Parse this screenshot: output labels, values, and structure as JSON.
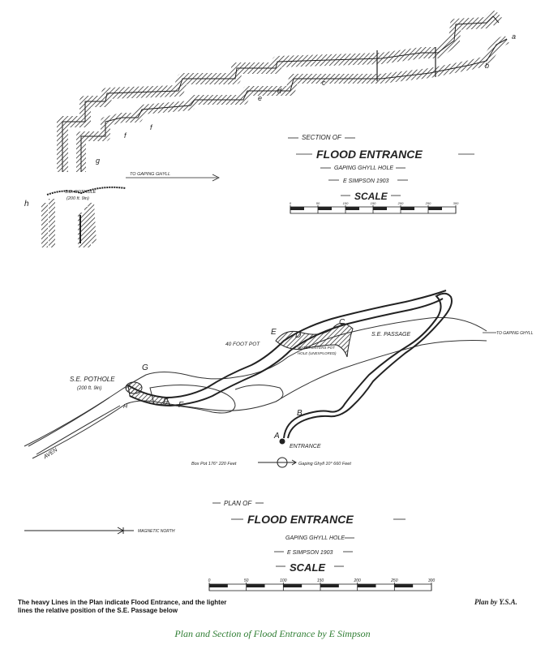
{
  "section": {
    "title_small": "SECTION OF",
    "title_main": "FLOOD ENTRANCE",
    "subtitle": "GAPING GHYLL HOLE",
    "author": "E SIMPSON 1903",
    "scale_label": "SCALE",
    "scale_ticks": [
      "0",
      "50",
      "100",
      "150",
      "200",
      "250",
      "300"
    ],
    "labels": {
      "a": "a",
      "b": "b",
      "c": "c",
      "d": "d",
      "e": "e",
      "f1": "f",
      "f2": "f",
      "g": "g",
      "h": "h"
    },
    "pothole": "S.E. POTHOLE",
    "pothole_depth": "(200 ft. 9in)",
    "to_gaping_gill": "TO GAPING GHYLL"
  },
  "plan": {
    "title_small": "PLAN OF",
    "title_main": "FLOOD ENTRANCE",
    "subtitle": "GAPING GHYLL HOLE",
    "author": "E SIMPSON 1903",
    "scale_label": "SCALE",
    "scale_ticks": [
      "0",
      "50",
      "100",
      "150",
      "200",
      "250",
      "300"
    ],
    "labels": {
      "A": "A",
      "B": "B",
      "C": "C",
      "D": "D",
      "E": "E",
      "F1": "F",
      "F2": "F",
      "G": "G",
      "H": "H"
    },
    "entrance": "ENTRANCE",
    "se_passage": "S.E. PASSAGE",
    "to_gaping_gill": "TO GAPING GHYLL",
    "forty_foot_pot": "40 FOOT POT",
    "water_note_1": "WATER ENTERS POT",
    "water_note_2": "HOLE (UNEXPLORED)",
    "se_pothole": "S.E. POTHOLE",
    "se_pothole_depth": "(200 ft. 9in)",
    "aven": "AVEN",
    "bearing_left": "Box Pot 176° 220 Feet",
    "bearing_right": "Gaping Ghyll 10° 660 Feet",
    "north": "MAGNETIC NORTH"
  },
  "note": "The heavy Lines in the Plan indicate Flood Entrance, and the lighter lines the relative position of the S.E. Passage below",
  "plan_by": "Plan by Y.S.A.",
  "caption": "Plan and Section of Flood Entrance by E Simpson"
}
